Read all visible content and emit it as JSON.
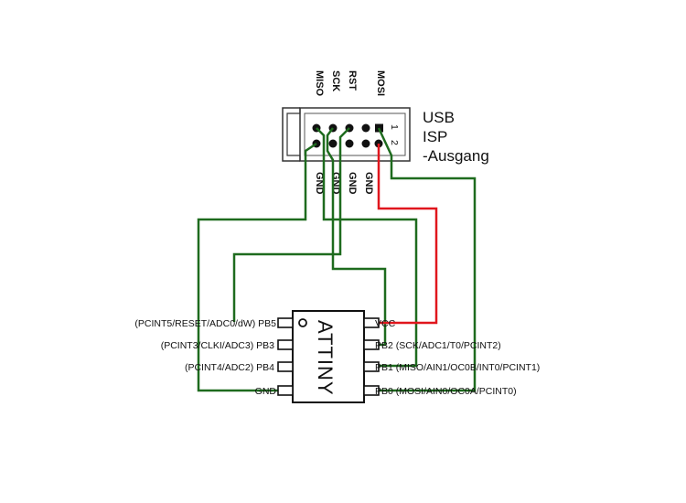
{
  "header": {
    "top_labels": [
      "MISO",
      "SCK",
      "RST",
      "MOSI"
    ],
    "bottom_labels": [
      "GND",
      "GND",
      "GND",
      "GND"
    ],
    "pin_numbers": [
      "1",
      "2"
    ],
    "usb_lines": [
      "USB",
      "ISP",
      "-Ausgang"
    ]
  },
  "chip": {
    "name": "ATTINY",
    "left_pins": [
      "(PCINT5/RESET/ADC0/dW) PB5",
      "(PCINT3/CLKI/ADC3) PB3",
      "(PCINT4/ADC2) PB4",
      "GND"
    ],
    "right_pins": [
      "VCC",
      "PB2 (SCK/ADC1/T0/PCINT2)",
      "PB1 (MISO/AIN1/OC0B/INT0/PCINT1)",
      "PB0 (MOSI/AIN0/OC0A/PCINT0)"
    ]
  },
  "colors": {
    "wire_green": "#1e6b1e",
    "wire_red": "#e0161d"
  }
}
